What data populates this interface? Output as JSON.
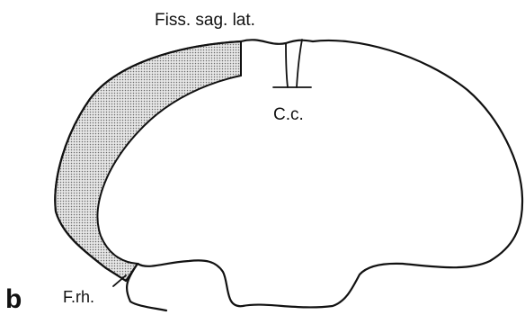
{
  "panel_label": "b",
  "labels": {
    "fissure": "Fiss. sag. lat.",
    "corpus_callosum": "C.c.",
    "rhinal_fissure": "F.rh."
  },
  "colors": {
    "stroke": "#111111",
    "region_fill": "#d9d9d9",
    "background": "#ffffff"
  }
}
